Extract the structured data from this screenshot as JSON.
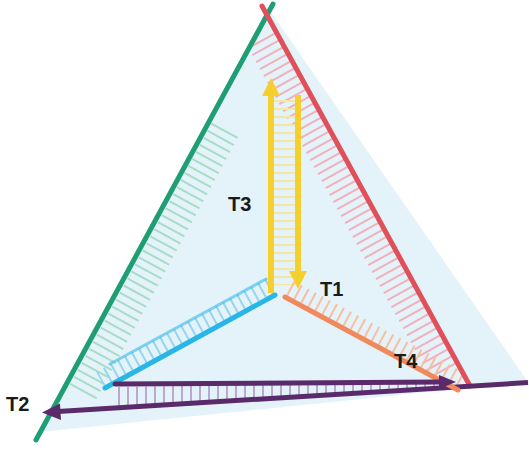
{
  "diagram": {
    "labels": [
      "T3",
      "T1",
      "T2",
      "T4"
    ]
  }
}
